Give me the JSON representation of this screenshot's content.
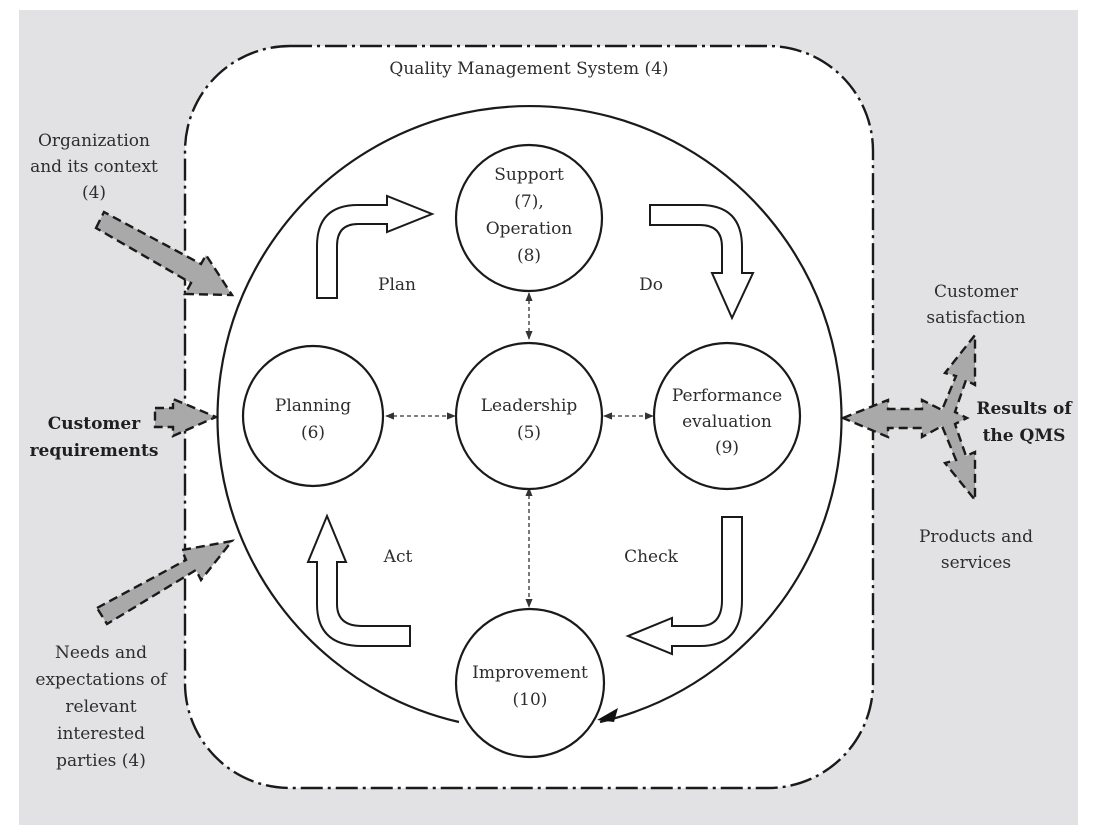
{
  "diagram": {
    "title": "Quality Management System (4)",
    "colors": {
      "background": "#e2e2e4",
      "panel": "#ffffff",
      "stroke": "#1a1a1a",
      "external_arrow_fill": "#a9a9a9",
      "text": "#2d2d2d"
    },
    "inputs": {
      "organization": [
        "Organization",
        "and its context",
        "(4)"
      ],
      "customer_requirements": [
        "Customer",
        "requirements"
      ],
      "needs": [
        "Needs and",
        "expectations of",
        "relevant",
        "interested",
        "parties (4)"
      ]
    },
    "outputs": {
      "customer_satisfaction": [
        "Customer",
        "satisfaction"
      ],
      "results": [
        "Results of",
        "the QMS"
      ],
      "products": [
        "Products and",
        "services"
      ]
    },
    "nodes": {
      "support": [
        "Support",
        "(7),",
        "Operation",
        "(8)"
      ],
      "planning": [
        "Planning",
        "(6)"
      ],
      "leadership": [
        "Leadership",
        "(5)"
      ],
      "performance": [
        "Performance",
        "evaluation",
        "(9)"
      ],
      "improvement": [
        "Improvement",
        "(10)"
      ]
    },
    "cycle": {
      "plan": "Plan",
      "do": "Do",
      "check": "Check",
      "act": "Act"
    }
  }
}
